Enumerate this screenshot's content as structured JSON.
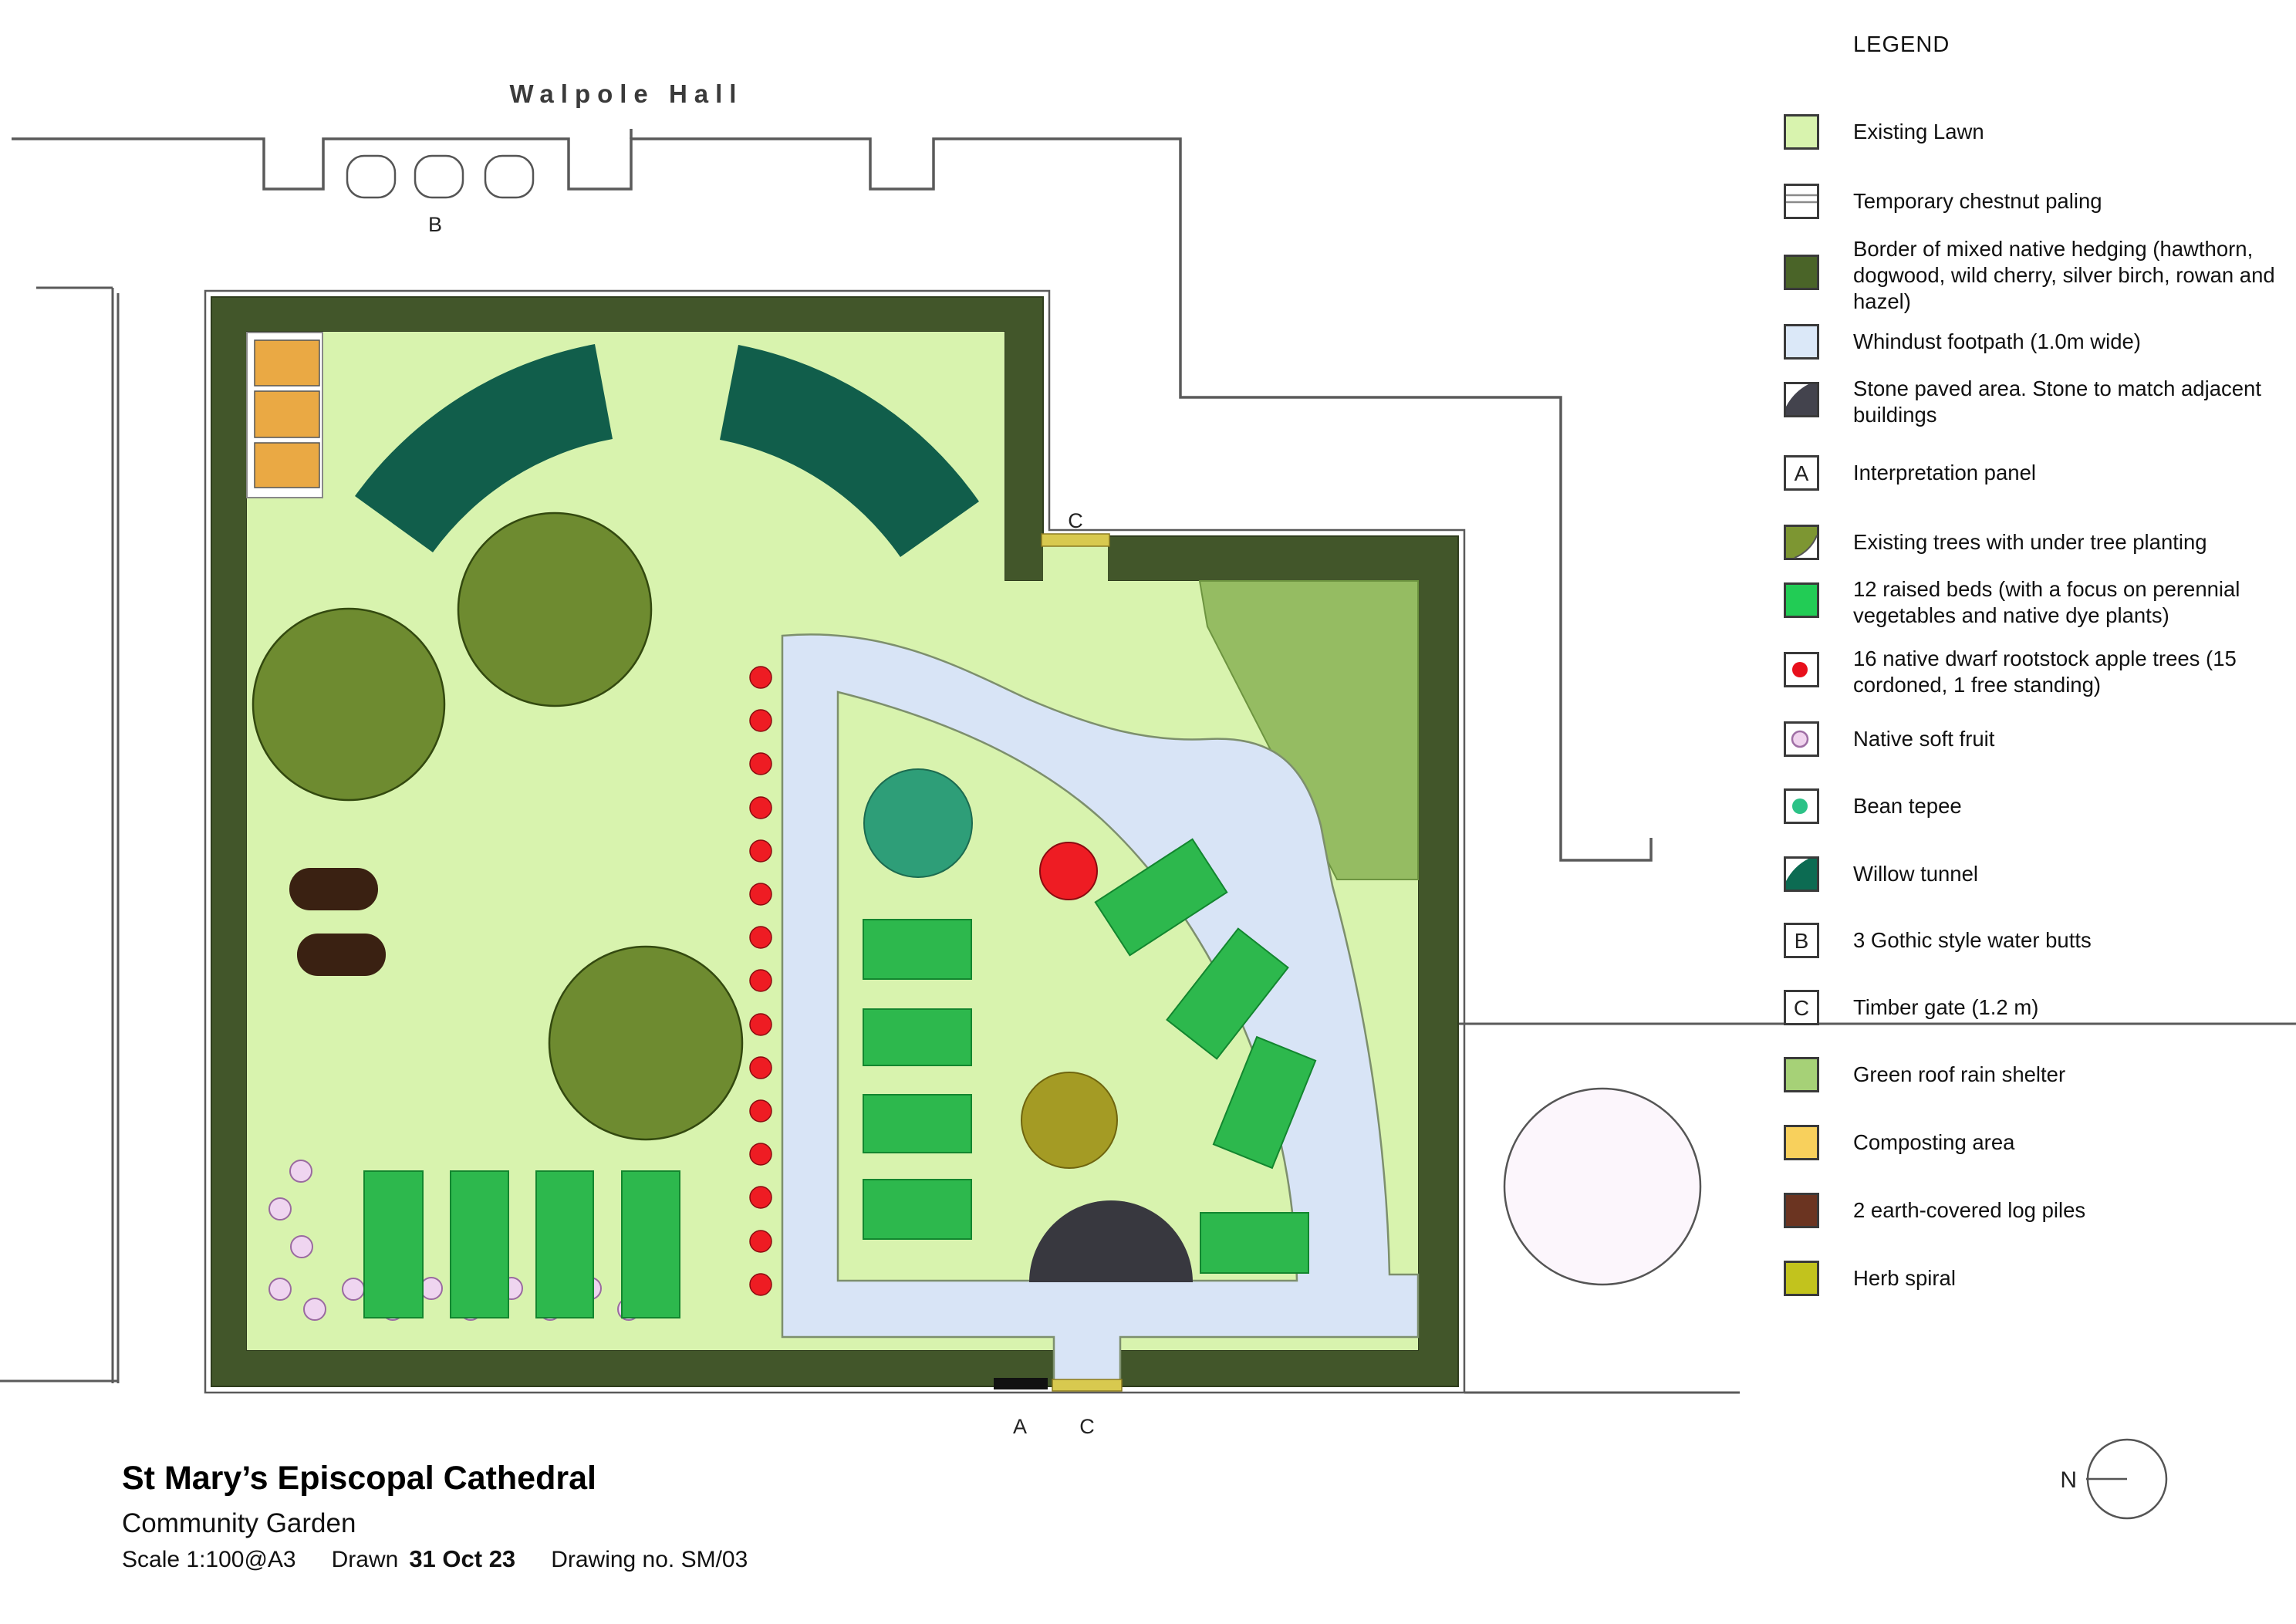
{
  "plan": {
    "building_label": "Walpole Hall",
    "markers": {
      "water_butts": "B",
      "gate_top": "C",
      "panel": "A",
      "gate_bottom": "C"
    },
    "compass": "N"
  },
  "legend": {
    "title": "LEGEND",
    "items": [
      {
        "label": "Existing Lawn",
        "swatch": "fill",
        "color": "#d8f3ae"
      },
      {
        "label": "Temporary chestnut paling",
        "swatch": "paling",
        "color": "#ffffff"
      },
      {
        "label": "Border of mixed native hedging (hawthorn, dogwood, wild cherry, silver birch, rowan and hazel)",
        "swatch": "fill",
        "color": "#4a6428"
      },
      {
        "label": "Whindust footpath (1.0m wide)",
        "swatch": "fill",
        "color": "#dbe8f8"
      },
      {
        "label": "Stone paved area. Stone to match adjacent buildings",
        "swatch": "quarter",
        "color": "#43434d"
      },
      {
        "label": "Interpretation panel",
        "swatch": "letter",
        "letter": "A",
        "color": "#ffffff"
      },
      {
        "label": "Existing trees with under tree planting",
        "swatch": "tree",
        "color": "#7d9632"
      },
      {
        "label": "12 raised beds (with a focus on perennial vegetables and native dye plants)",
        "swatch": "fill",
        "color": "#22cc55"
      },
      {
        "label": "16 native dwarf rootstock apple trees (15 cordoned, 1 free standing)",
        "swatch": "dot",
        "color": "#e8101c"
      },
      {
        "label": "Native soft fruit",
        "swatch": "dot-hollow",
        "color": "#f0d4ee",
        "stroke": "#9f6fa5"
      },
      {
        "label": "Bean tepee",
        "swatch": "dot",
        "color": "#2cc287"
      },
      {
        "label": "Willow tunnel",
        "swatch": "quarter",
        "color": "#0c6b52"
      },
      {
        "label": "3 Gothic style water butts",
        "swatch": "letter",
        "letter": "B",
        "color": "#ffffff"
      },
      {
        "label": "Timber gate (1.2 m)",
        "swatch": "letter",
        "letter": "C",
        "color": "#ffffff"
      },
      {
        "label": "Green roof rain shelter",
        "swatch": "fill",
        "color": "#a6d177"
      },
      {
        "label": "Composting area",
        "swatch": "fill",
        "color": "#f8d05c"
      },
      {
        "label": "2 earth-covered log piles",
        "swatch": "fill",
        "color": "#6b3421"
      },
      {
        "label": "Herb spiral",
        "swatch": "fill",
        "color": "#c2c31d"
      }
    ]
  },
  "title_block": {
    "title": "St Mary’s Episcopal Cathedral",
    "subtitle": "Community Garden",
    "scale_label": "Scale 1:100@A3",
    "drawn_label": "Drawn",
    "drawn_date": "31 Oct 23",
    "drawing_no_label": "Drawing no. SM/03"
  },
  "colors": {
    "lawn": "#d8f3ae",
    "hedge": "#42562a",
    "hedge_edge": "#2f3d1d",
    "outline": "#5a5a5a",
    "footpath": "#d8e4f6",
    "footpath_edge": "#7d8f6d",
    "stone": "#38383f",
    "raised_bed": "#2db84d",
    "raised_bed_edge": "#13862f",
    "apple_red": "#ee1c23",
    "apple_red_edge": "#8a0b10",
    "soft_fruit": "#efd5f0",
    "soft_fruit_edge": "#9a6aa0",
    "bean_tepee": "#2e9e78",
    "bean_tepee_edge": "#1c6b50",
    "willow": "#115e4b",
    "tree_olive": "#6e8b30",
    "tree_olive_edge": "#33490f",
    "shelter": "#95bc62",
    "shelter_edge": "#6d9440",
    "compost": "#eaa944",
    "log_pile": "#3a2112",
    "herb": "#a49b24",
    "herb_edge": "#6f650f",
    "gate_yellow": "#d8c94f",
    "gate_yellow_edge": "#8a7a20",
    "panel_black": "#111111",
    "white_tree": "#fcf6fc",
    "text_dark": "#222222"
  }
}
